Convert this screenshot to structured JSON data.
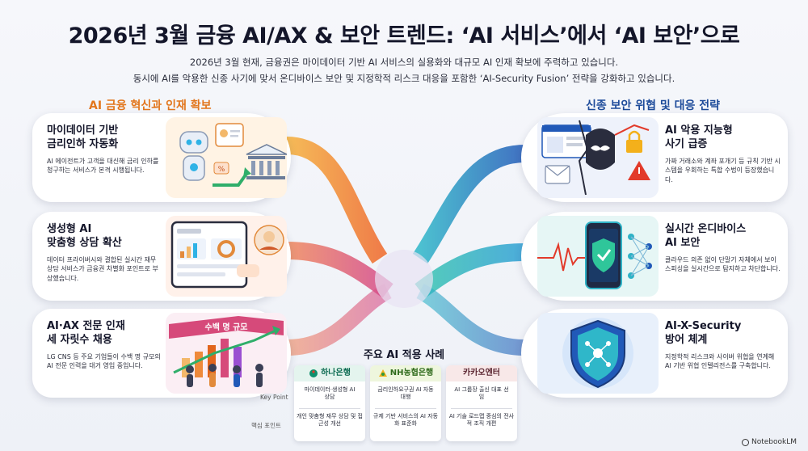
{
  "header": {
    "title": "2026년 3월 금융 AI/AX & 보안 트렌드: ‘AI 서비스’에서 ‘AI 보안’으로",
    "subtitle_line1": "2026년 3월 현재, 금융권은 마이데이터 기반 AI 서비스의 실용화와 대규모 AI 인재 확보에 주력하고 있습니다.",
    "subtitle_line2": "동시에 AI를 악용한 신종 사기에 맞서 온디바이스 보안 및 지정학적 리스크 대응을 포함한 ‘AI-Security Fusion’ 전략을 강화하고 있습니다."
  },
  "sections": {
    "left_title": "AI 금융 혁신과 인재 확보",
    "right_title": "신종 보안 위협 및 대응 전략"
  },
  "left_cards": [
    {
      "title": "마이데이터 기반\n금리인하 자동화",
      "desc": "AI 에이전트가 고객을 대신해 금리 인하를 청구하는 서비스가 본격 시행됩니다."
    },
    {
      "title": "생성형 AI\n맞춤형 상담 확산",
      "desc": "데이터 프라이버시와 결합된 실시간 재무 상담 서비스가 금융권 차별화 포인트로 부상했습니다."
    },
    {
      "title": "AI·AX 전문 인재\n세 자릿수 채용",
      "desc": "LG CNS 등 주요 기업들이 수백 명 규모의 AI 전문 인력을 대거 영입 중입니다.",
      "banner": "수백 명 규모"
    }
  ],
  "right_cards": [
    {
      "title": "AI 악용 지능형\n사기 급증",
      "desc": "가짜 거래소와 계좌 포개기 등 규칙 기반 시스템을 우회하는 특합 수법이 등장했습니다."
    },
    {
      "title": "실시간 온디바이스\nAI 보안",
      "desc": "클라우드 의존 없이 단말기 자체에서 보이스피싱을 실시간으로 탐지하고 차단합니다."
    },
    {
      "title": "AI-X-Security\n방어 체계",
      "desc": "지정학적 리스크와 사이버 위협을 연계해 AI 기반 위협 인텔리전스를 구축합니다."
    }
  ],
  "cases": {
    "title": "주요 AI 적용 사례",
    "items": [
      {
        "name": "하나은행",
        "key_point": "마이데이터·생성형 AI 상담",
        "core_point": "개인 맞춤형 재무 상담 및 접근성 개선"
      },
      {
        "name": "NH농협은행",
        "key_point": "금리인하요구권 AI 자동대행",
        "core_point": "규제 기반 서비스의 AI 자동화 표준화"
      },
      {
        "name": "카카오엔터",
        "key_point": "AI 그룹장 출신 대표 선임",
        "core_point": "AI 기술 로드맵 중심의 전사적 조직 개편"
      }
    ],
    "key_point_label": "Key Point",
    "core_point_label": "핵심 포인트"
  },
  "brand": "NotebookLM",
  "colors": {
    "left_accent": "#e2761c",
    "right_accent": "#1d4b9a"
  }
}
